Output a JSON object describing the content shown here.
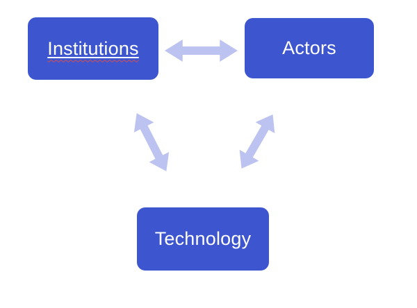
{
  "diagram": {
    "title": "Institutions–Actors–Technology relationship diagram",
    "nodes": [
      {
        "id": "institutions",
        "label": "Institutions",
        "underlined": true,
        "spellcheck_squiggle": true
      },
      {
        "id": "actors",
        "label": "Actors",
        "underlined": false,
        "spellcheck_squiggle": false
      },
      {
        "id": "technology",
        "label": "Technology",
        "underlined": false,
        "spellcheck_squiggle": false
      }
    ],
    "connections": [
      {
        "from": "institutions",
        "to": "actors",
        "type": "double-headed-arrow",
        "orientation": "horizontal"
      },
      {
        "from": "institutions",
        "to": "technology",
        "type": "double-headed-arrow",
        "orientation": "diagonal-down-right"
      },
      {
        "from": "actors",
        "to": "technology",
        "type": "double-headed-arrow",
        "orientation": "diagonal-down-left"
      }
    ]
  },
  "colors": {
    "background": "#ffffff",
    "node-fill": "#3d55cf",
    "node-text": "#ffffff",
    "arrow-fill": "#bdc3f0",
    "underline": "#ffffff",
    "squiggle": "#d94f4f"
  }
}
